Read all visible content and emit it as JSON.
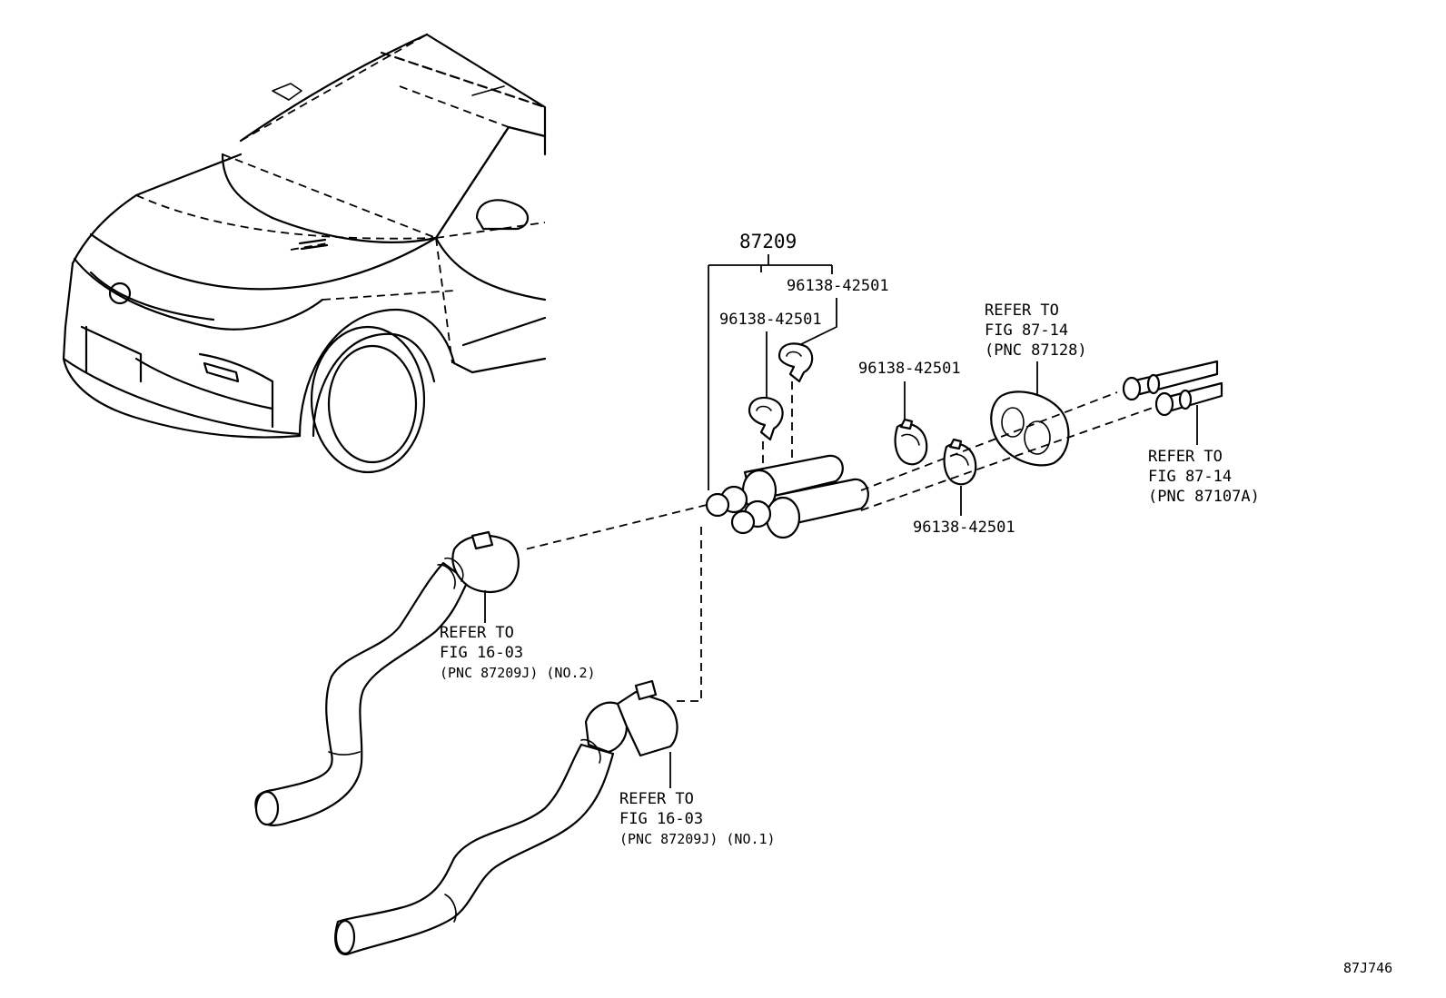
{
  "assembly": {
    "part_number": "87209"
  },
  "clips": [
    {
      "id": "clip-upper-right",
      "part_number": "96138-42501"
    },
    {
      "id": "clip-upper-left",
      "part_number": "96138-42501"
    },
    {
      "id": "clip-middle-upper",
      "part_number": "96138-42501"
    },
    {
      "id": "clip-middle-lower",
      "part_number": "96138-42501"
    }
  ],
  "references": {
    "grommet": {
      "line1": "REFER TO",
      "line2": "FIG 87-14",
      "line3": "(PNC 87128)"
    },
    "pipes": {
      "line1": "REFER TO",
      "line2": "FIG 87-14",
      "line3": "(PNC 87107A)"
    },
    "hose_no2": {
      "line1": "REFER TO",
      "line2": "FIG 16-03",
      "line3": "(PNC 87209J) (NO.2)"
    },
    "hose_no1": {
      "line1": "REFER TO",
      "line2": "FIG 16-03",
      "line3": "(PNC 87209J) (NO.1)"
    }
  },
  "figure_id": "87J746"
}
